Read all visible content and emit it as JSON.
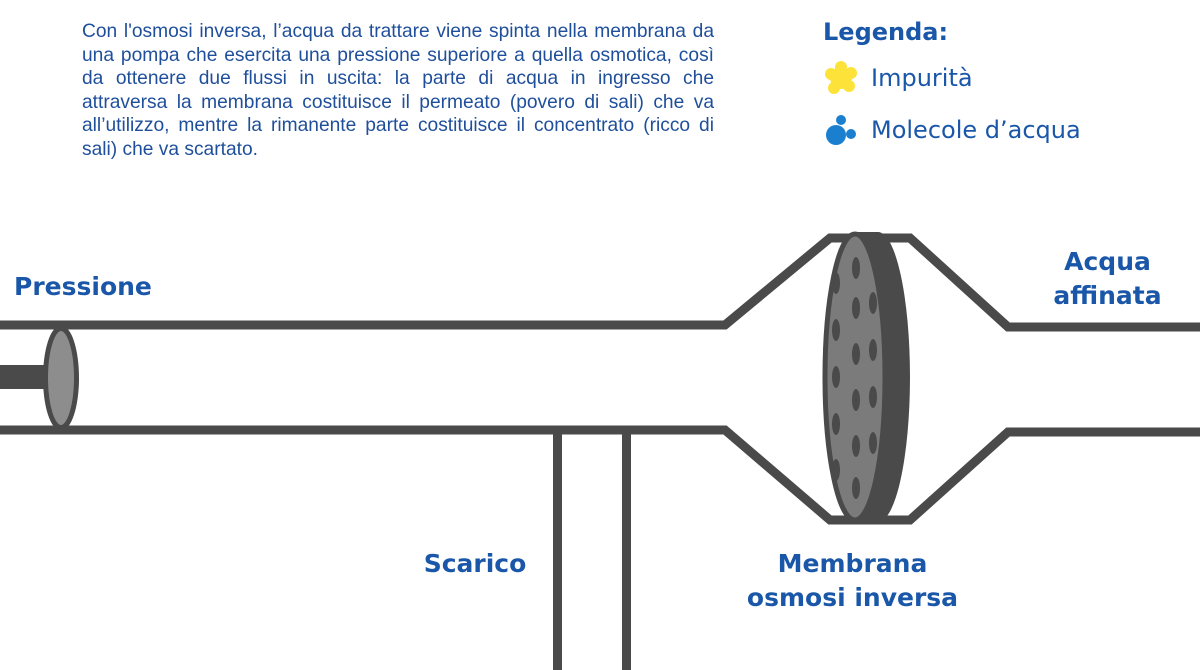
{
  "intro_text": "Con l'osmosi inversa, l’acqua da trattare viene spinta nella membrana da una pompa che esercita una pressione superiore a quella osmotica, così da ottenere due flussi in uscita: la parte di acqua in ingresso che attraversa la membrana costituisce il permeato (povero di sali) che va all’utilizzo, mentre la rimanente parte costituisce il concentrato (ricco di sali) che va scartato.",
  "legend": {
    "title": "Legenda:",
    "items": [
      {
        "label": "Impurità",
        "icon": "impurity-icon",
        "color": "#fde23a"
      },
      {
        "label": "Molecole d’acqua",
        "icon": "water-molecule-icon",
        "color": "#1b7fd0"
      }
    ]
  },
  "labels": {
    "pressure": "Pressione",
    "purified_line1": "Acqua",
    "purified_line2": "affinata",
    "drain": "Scarico",
    "membrane_line1": "Membrana",
    "membrane_line2": "osmosi inversa"
  },
  "colors": {
    "text": "#1a57a8",
    "pipe": "#4a4a4a",
    "membrane": "#7b7b7b",
    "piston": "#8d8d8d"
  }
}
